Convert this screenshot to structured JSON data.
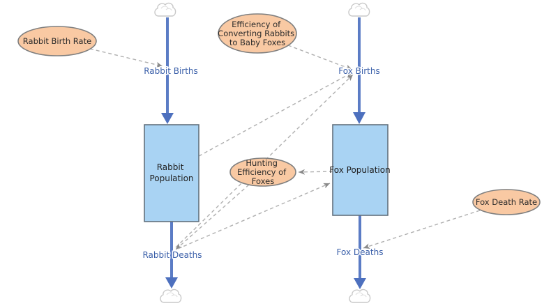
{
  "diagram": {
    "type": "stock-and-flow",
    "stocks": [
      {
        "id": "rabbit-population",
        "label": "Rabbit Population",
        "lines": [
          "Rabbit",
          "Population"
        ]
      },
      {
        "id": "fox-population",
        "label": "Fox Population",
        "lines": [
          "Fox Population"
        ]
      }
    ],
    "flows": [
      {
        "id": "rabbit-births",
        "label": "Rabbit Births",
        "from": "cloud",
        "to": "rabbit-population"
      },
      {
        "id": "rabbit-deaths",
        "label": "Rabbit Deaths",
        "from": "rabbit-population",
        "to": "cloud"
      },
      {
        "id": "fox-births",
        "label": "Fox Births",
        "from": "cloud",
        "to": "fox-population"
      },
      {
        "id": "fox-deaths",
        "label": "Fox Deaths",
        "from": "fox-population",
        "to": "cloud"
      }
    ],
    "converters": [
      {
        "id": "rabbit-birth-rate",
        "label": "Rabbit Birth Rate",
        "lines": [
          "Rabbit Birth Rate"
        ]
      },
      {
        "id": "efficiency-of-converting-rabbits-to-baby-foxes",
        "label": "Efficiency of Converting Rabbits to Baby Foxes",
        "lines": [
          "Efficiency of",
          "Converting Rabbits",
          "to Baby Foxes"
        ]
      },
      {
        "id": "hunting-efficiency-of-foxes",
        "label": "Hunting Efficiency of Foxes",
        "lines": [
          "Hunting",
          "Efficiency of",
          "Foxes"
        ]
      },
      {
        "id": "fox-death-rate",
        "label": "Fox Death Rate",
        "lines": [
          "Fox Death Rate"
        ]
      }
    ],
    "links": [
      {
        "from": "rabbit-birth-rate",
        "to": "rabbit-births"
      },
      {
        "from": "efficiency-of-converting-rabbits-to-baby-foxes",
        "to": "fox-births"
      },
      {
        "from": "rabbit-population",
        "to": "fox-births"
      },
      {
        "from": "rabbit-deaths",
        "to": "fox-births"
      },
      {
        "from": "hunting-efficiency-of-foxes",
        "to": "rabbit-deaths"
      },
      {
        "from": "rabbit-deaths",
        "to": "fox-population"
      },
      {
        "from": "fox-population",
        "to": "hunting-efficiency-of-foxes"
      },
      {
        "from": "fox-death-rate",
        "to": "fox-deaths"
      }
    ],
    "icons": {
      "source_sink": "cloud-icon"
    },
    "colors": {
      "canvas_bg": "#FFFFFF",
      "stock_fill": "#A9D3F3",
      "stock_border": "#62707C",
      "converter_fill": "#F9C9A3",
      "converter_border": "#7F7F7F",
      "flow_line": "#5B7CC5",
      "flow_arrow": "#4D70BE",
      "flow_label_text": "#3A5FA9",
      "link_line": "#AFAFAF",
      "link_arrow": "#8A8A8A",
      "cloud_stroke": "#C8C8C8"
    }
  }
}
